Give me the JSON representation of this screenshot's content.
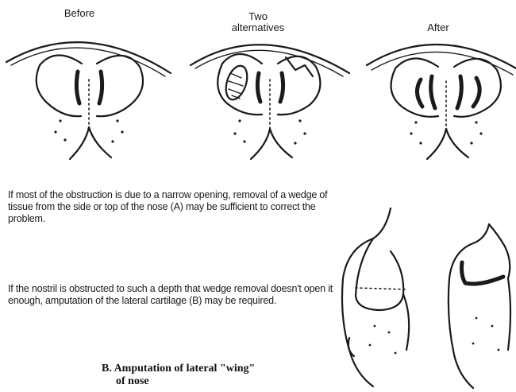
{
  "labels": {
    "before": "Before",
    "two_alternatives": "Two\nalternatives",
    "after": "After"
  },
  "paragraphs": {
    "wedge": "If most of the obstruction is due to a narrow opening, removal of a wedge of tissue from the side or top of the nose (A) may be sufficient to correct the problem.",
    "amputation": "If the nostril is obstructed to such a depth that wedge removal doesn't open it enough, amputation of the lateral cartilage (B) may be required."
  },
  "caption": {
    "line1": "B. Amputation of lateral \"wing\"",
    "line2": "of nose"
  },
  "colors": {
    "ink": "#1a1a1a",
    "background": "#ffffff"
  }
}
